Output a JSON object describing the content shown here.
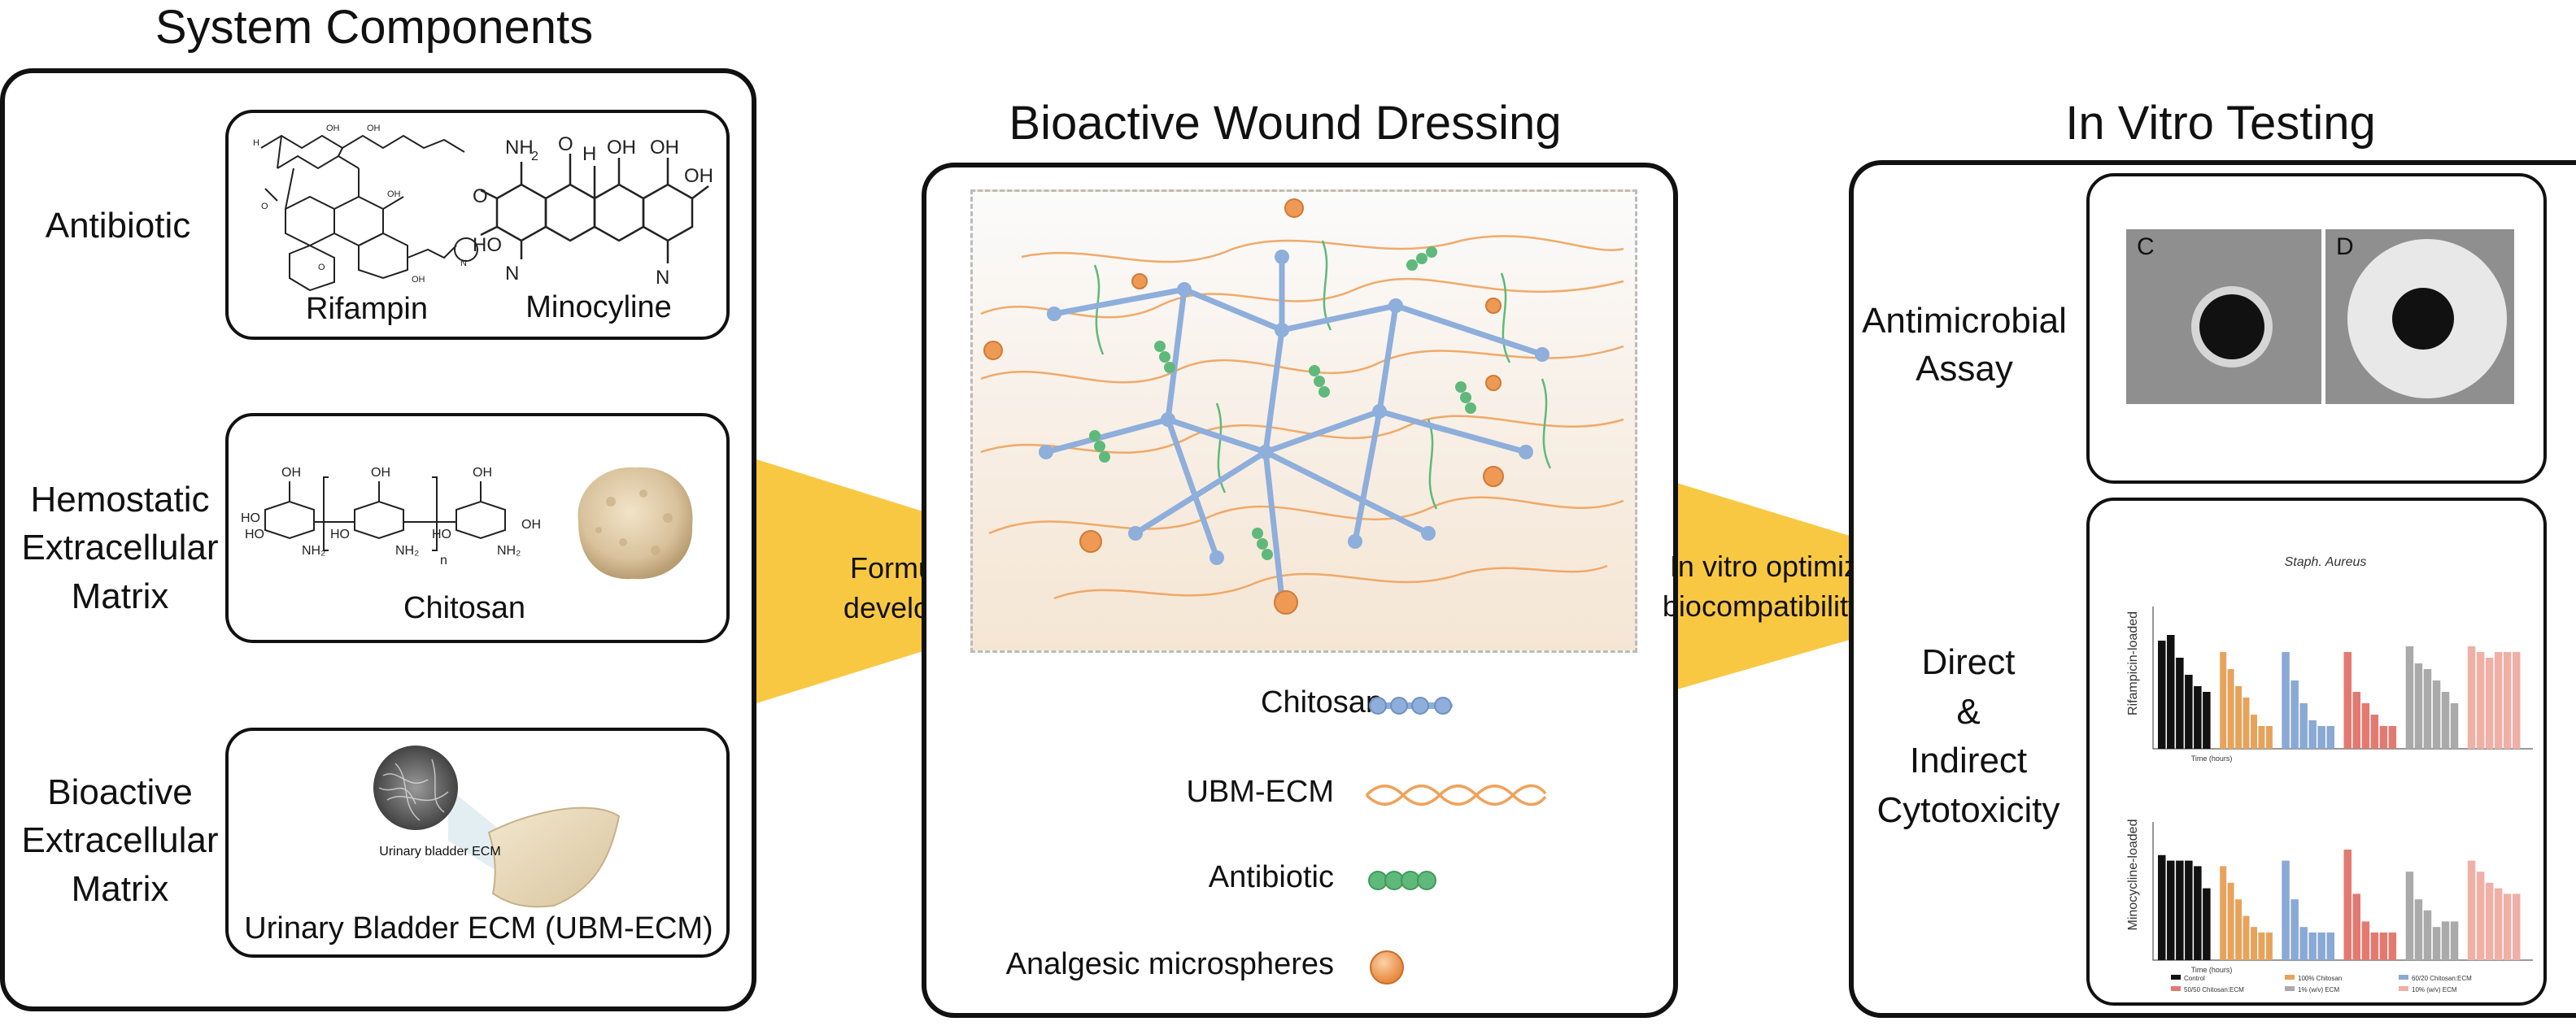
{
  "titles": {
    "components": "System Components",
    "dressing": "Bioactive Wound Dressing",
    "testing": "In Vitro Testing"
  },
  "components": {
    "antibiotic": {
      "label": "Antibiotic",
      "drug1": "Rifampin",
      "drug2": "Minocyline"
    },
    "hemostatic": {
      "label_lines": [
        "Hemostatic",
        "Extracellular",
        "Matrix"
      ],
      "caption": "Chitosan"
    },
    "bioactive": {
      "label_lines": [
        "Bioactive",
        "Extracellular",
        "Matrix"
      ],
      "caption": "Urinary Bladder ECM (UBM-ECM)",
      "inset_label": "Urinary bladder ECM"
    }
  },
  "arrows": {
    "formulation": [
      "Formulation",
      "development"
    ],
    "optimization": [
      "In vitro optimization &",
      "biocompatibility testing"
    ],
    "color": "#f9c843"
  },
  "legend": [
    {
      "label": "Chitosan",
      "icon": "chitosan-chain-icon",
      "color": "#8eaedb"
    },
    {
      "label": "UBM-ECM",
      "icon": "ecm-helix-icon",
      "color": "#f0a25b"
    },
    {
      "label": "Antibiotic",
      "icon": "antibiotic-beads-icon",
      "color": "#5fb97a"
    },
    {
      "label": "Analgesic microspheres",
      "icon": "microsphere-icon",
      "color": "#ee9a55"
    }
  ],
  "testing": {
    "antimicrobial": [
      "Antimicrobial",
      "Assay"
    ],
    "plate_labels": [
      "C",
      "D"
    ],
    "cytotox": [
      "Direct",
      "&",
      "Indirect",
      "Cytotoxicity"
    ],
    "chart_title": "Staph. Aureus",
    "chart_ylabels": [
      "Rifampicin-loaded",
      "Minocycline-loaded"
    ],
    "chart_xlabel": "Time (hours)",
    "chart_legend": [
      "Control",
      "100% Chitosan",
      "60/20 Chitosan:ECM",
      "50/50 Chitosan:ECM",
      "1% (w/v) ECM",
      "10% (w/v) ECM"
    ]
  },
  "chart_data": [
    {
      "type": "bar",
      "title": "Staph. Aureus",
      "ylabel": "Rifampicin-loaded",
      "xlabel": "Time (hours)",
      "ylim": [
        0,
        25
      ],
      "series": [
        {
          "name": "Control",
          "color": "#111111",
          "values": [
            19,
            20,
            16,
            13,
            11,
            10
          ]
        },
        {
          "name": "100% Chitosan",
          "color": "#e7a35c",
          "values": [
            17,
            14,
            11,
            9,
            6,
            4,
            4
          ]
        },
        {
          "name": "60/20 Chitosan:ECM",
          "color": "#8aa9d4",
          "values": [
            17,
            12,
            8,
            5,
            4,
            4
          ]
        },
        {
          "name": "50/50 Chitosan:ECM",
          "color": "#e37a72",
          "values": [
            17,
            10,
            8,
            6,
            4,
            4
          ]
        },
        {
          "name": "1% (w/v) ECM",
          "color": "#aaaaaa",
          "values": [
            18,
            15,
            14,
            12,
            10,
            8
          ]
        },
        {
          "name": "10% (w/v) ECM",
          "color": "#f0b0a6",
          "values": [
            18,
            17,
            16,
            17,
            17,
            17
          ]
        }
      ]
    },
    {
      "type": "bar",
      "ylabel": "Minocycline-loaded",
      "xlabel": "Time (hours)",
      "ylim": [
        0,
        25
      ],
      "series": [
        {
          "name": "Control",
          "color": "#111111",
          "values": [
            19,
            18,
            18,
            18,
            17,
            13
          ]
        },
        {
          "name": "100% Chitosan",
          "color": "#e7a35c",
          "values": [
            17,
            14,
            11,
            8,
            6,
            5,
            5
          ]
        },
        {
          "name": "60/20 Chitosan:ECM",
          "color": "#8aa9d4",
          "values": [
            18,
            11,
            6,
            5,
            5,
            5
          ]
        },
        {
          "name": "50/50 Chitosan:ECM",
          "color": "#e37a72",
          "values": [
            20,
            12,
            7,
            5,
            5,
            5
          ]
        },
        {
          "name": "1% (w/v) ECM",
          "color": "#aaaaaa",
          "values": [
            16,
            11,
            9,
            6,
            7,
            7
          ]
        },
        {
          "name": "10% (w/v) ECM",
          "color": "#f0b0a6",
          "values": [
            18,
            16,
            14,
            13,
            12,
            12
          ]
        }
      ]
    }
  ]
}
